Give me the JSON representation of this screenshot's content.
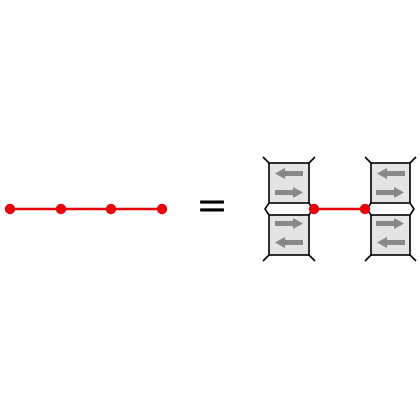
{
  "diagram": {
    "left_chain": {
      "node_count": 4
    },
    "equals_sign": "=",
    "right_side": {
      "blocks": [
        {
          "top_arrows": [
            "left",
            "right"
          ],
          "bottom_arrows": [
            "right",
            "left"
          ]
        },
        {
          "top_arrows": [
            "left",
            "right"
          ],
          "bottom_arrows": [
            "right",
            "left"
          ]
        }
      ],
      "middle_node_count": 2
    },
    "colors": {
      "node": "#e8000b",
      "link": "#e8000b",
      "block_fill": "#e4e4e4",
      "block_stroke": "#000000",
      "arrow": "#888888"
    }
  }
}
